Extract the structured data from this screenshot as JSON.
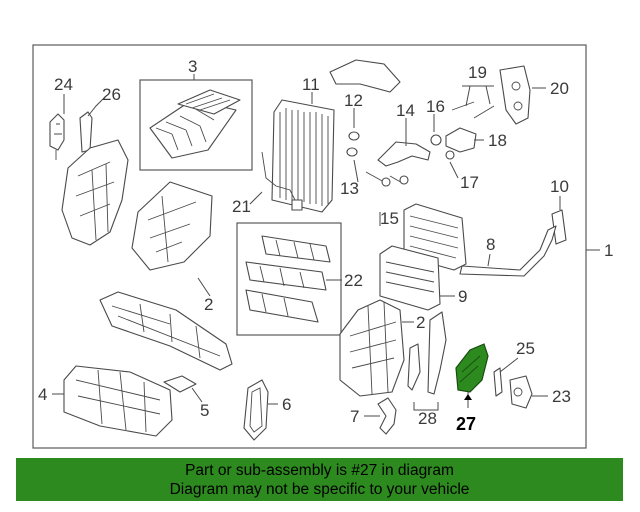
{
  "diagram": {
    "highlight_color": "#2d8a1f",
    "highlighted_part": "27",
    "callouts": {
      "c1": "1",
      "c2a": "2",
      "c2b": "2",
      "c3": "3",
      "c4": "4",
      "c5": "5",
      "c6": "6",
      "c7": "7",
      "c8": "8",
      "c9": "9",
      "c10": "10",
      "c11": "11",
      "c12": "12",
      "c13": "13",
      "c14": "14",
      "c15": "15",
      "c16": "16",
      "c17": "17",
      "c18": "18",
      "c19": "19",
      "c20": "20",
      "c21": "21",
      "c22": "22",
      "c23": "23",
      "c24": "24",
      "c25": "25",
      "c26": "26",
      "c27": "27",
      "c28": "28"
    }
  },
  "banner": {
    "line1": "Part or sub-assembly is #27 in diagram",
    "line2": "Diagram may not be specific to your vehicle",
    "background": "#2d8a1f"
  }
}
